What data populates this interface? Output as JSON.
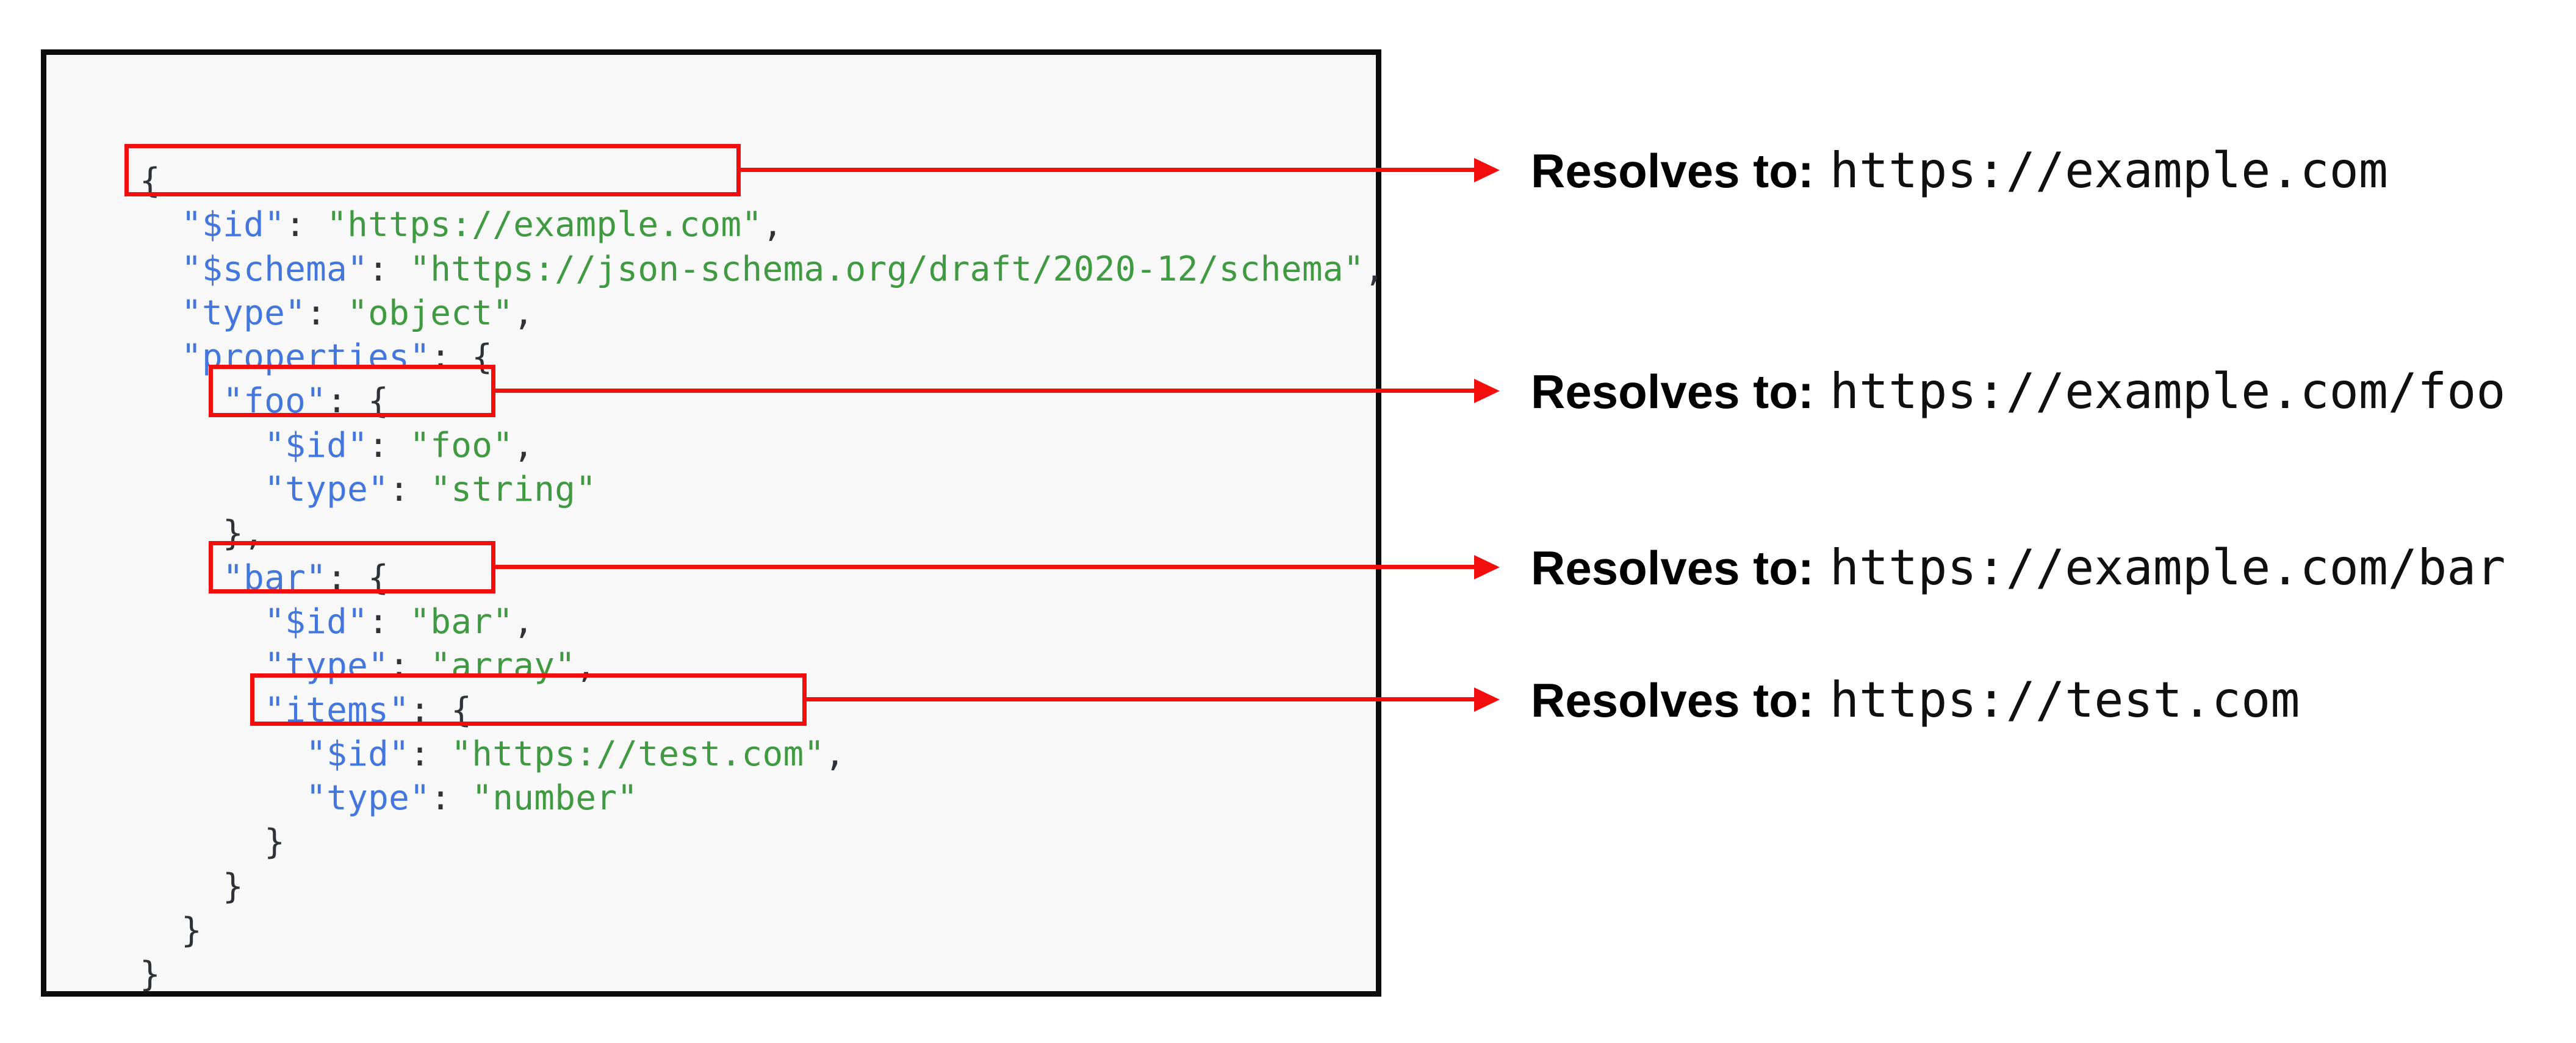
{
  "colors": {
    "key": "#4377dd",
    "string": "#3f9a42",
    "punct": "#2f3337",
    "red": "#f30e0e",
    "panel_background": "#f8f8f8",
    "panel_border": "#0d0d0d"
  },
  "code": {
    "lines": [
      [
        {
          "t": "p",
          "v": "{"
        }
      ],
      [
        {
          "t": "p",
          "v": "  "
        },
        {
          "t": "k",
          "v": "\"$id\""
        },
        {
          "t": "p",
          "v": ": "
        },
        {
          "t": "s",
          "v": "\"https://example.com\""
        },
        {
          "t": "p",
          "v": ","
        }
      ],
      [
        {
          "t": "p",
          "v": "  "
        },
        {
          "t": "k",
          "v": "\"$schema\""
        },
        {
          "t": "p",
          "v": ": "
        },
        {
          "t": "s",
          "v": "\"https://json-schema.org/draft/2020-12/schema\""
        },
        {
          "t": "p",
          "v": ","
        }
      ],
      [
        {
          "t": "p",
          "v": "  "
        },
        {
          "t": "k",
          "v": "\"type\""
        },
        {
          "t": "p",
          "v": ": "
        },
        {
          "t": "s",
          "v": "\"object\""
        },
        {
          "t": "p",
          "v": ","
        }
      ],
      [
        {
          "t": "p",
          "v": "  "
        },
        {
          "t": "k",
          "v": "\"properties\""
        },
        {
          "t": "p",
          "v": ": {"
        }
      ],
      [
        {
          "t": "p",
          "v": "    "
        },
        {
          "t": "k",
          "v": "\"foo\""
        },
        {
          "t": "p",
          "v": ": {"
        }
      ],
      [
        {
          "t": "p",
          "v": "      "
        },
        {
          "t": "k",
          "v": "\"$id\""
        },
        {
          "t": "p",
          "v": ": "
        },
        {
          "t": "s",
          "v": "\"foo\""
        },
        {
          "t": "p",
          "v": ","
        }
      ],
      [
        {
          "t": "p",
          "v": "      "
        },
        {
          "t": "k",
          "v": "\"type\""
        },
        {
          "t": "p",
          "v": ": "
        },
        {
          "t": "s",
          "v": "\"string\""
        }
      ],
      [
        {
          "t": "p",
          "v": "    },"
        }
      ],
      [
        {
          "t": "p",
          "v": "    "
        },
        {
          "t": "k",
          "v": "\"bar\""
        },
        {
          "t": "p",
          "v": ": {"
        }
      ],
      [
        {
          "t": "p",
          "v": "      "
        },
        {
          "t": "k",
          "v": "\"$id\""
        },
        {
          "t": "p",
          "v": ": "
        },
        {
          "t": "s",
          "v": "\"bar\""
        },
        {
          "t": "p",
          "v": ","
        }
      ],
      [
        {
          "t": "p",
          "v": "      "
        },
        {
          "t": "k",
          "v": "\"type\""
        },
        {
          "t": "p",
          "v": ": "
        },
        {
          "t": "s",
          "v": "\"array\""
        },
        {
          "t": "p",
          "v": ","
        }
      ],
      [
        {
          "t": "p",
          "v": "      "
        },
        {
          "t": "k",
          "v": "\"items\""
        },
        {
          "t": "p",
          "v": ": {"
        }
      ],
      [
        {
          "t": "p",
          "v": "        "
        },
        {
          "t": "k",
          "v": "\"$id\""
        },
        {
          "t": "p",
          "v": ": "
        },
        {
          "t": "s",
          "v": "\"https://test.com\""
        },
        {
          "t": "p",
          "v": ","
        }
      ],
      [
        {
          "t": "p",
          "v": "        "
        },
        {
          "t": "k",
          "v": "\"type\""
        },
        {
          "t": "p",
          "v": ": "
        },
        {
          "t": "s",
          "v": "\"number\""
        }
      ],
      [
        {
          "t": "p",
          "v": "      }"
        }
      ],
      [
        {
          "t": "p",
          "v": "    }"
        }
      ],
      [
        {
          "t": "p",
          "v": "  }"
        }
      ],
      [
        {
          "t": "p",
          "v": "}"
        }
      ]
    ]
  },
  "annotations": [
    {
      "label": "Resolves to:",
      "value": "https://example.com"
    },
    {
      "label": "Resolves to:",
      "value": "https://example.com/foo"
    },
    {
      "label": "Resolves to:",
      "value": "https://example.com/bar"
    },
    {
      "label": "Resolves to:",
      "value": "https://test.com"
    }
  ]
}
